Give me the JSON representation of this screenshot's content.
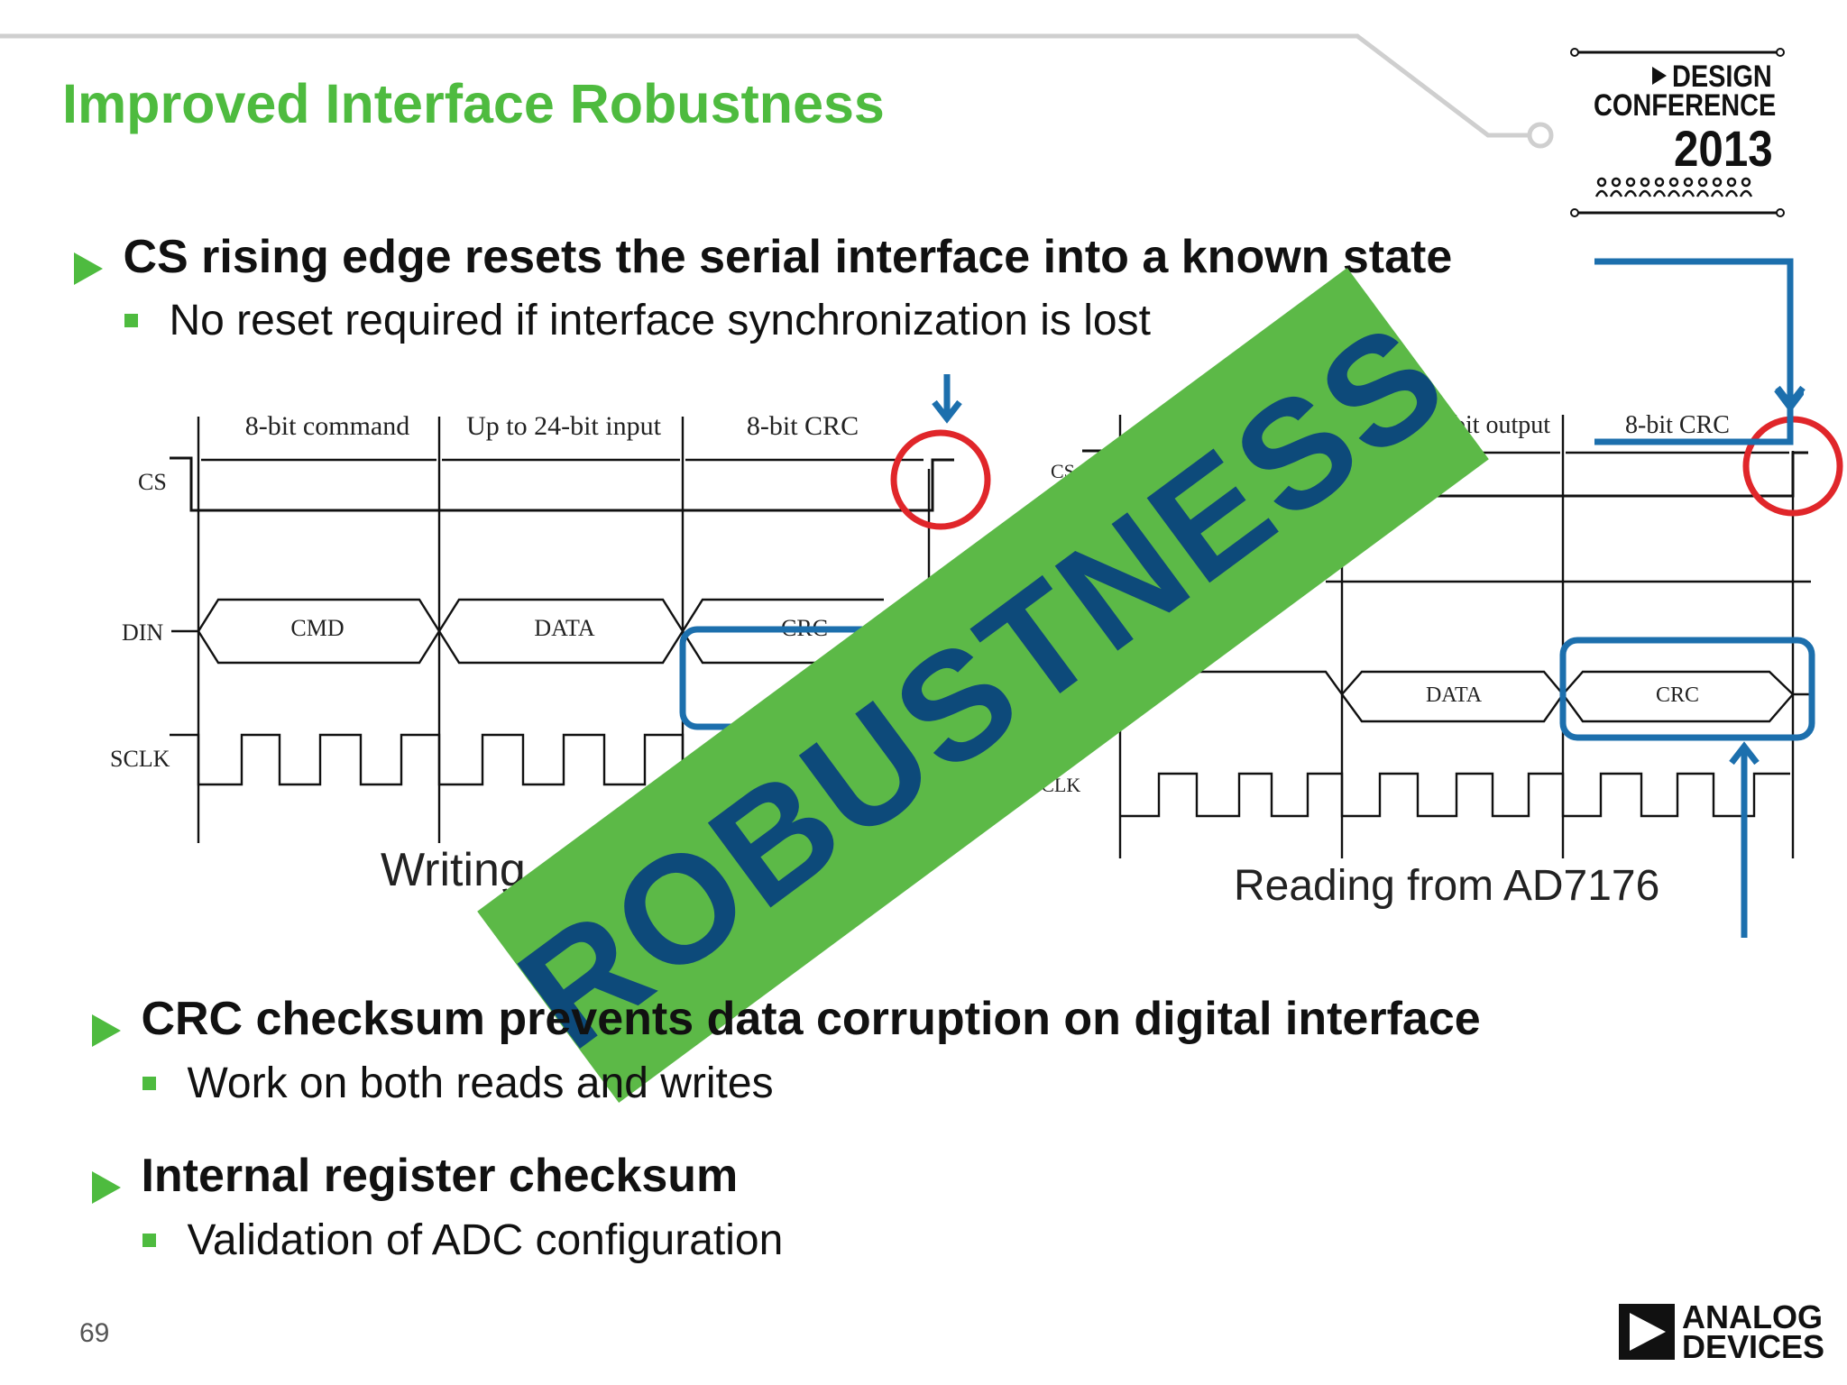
{
  "slide": {
    "title": "Improved Interface Robustness",
    "page_number": "69"
  },
  "conference_logo": {
    "line1": "DESIGN",
    "line2": "CONFERENCE",
    "year": "2013"
  },
  "company_logo": {
    "line1": "ANALOG",
    "line2": "DEVICES"
  },
  "bullets": [
    {
      "text": "CS rising edge resets the serial interface into a known state",
      "sub": "No reset required if interface synchronization is lost"
    },
    {
      "text": "CRC checksum prevents data corruption on digital interface",
      "sub": "Work on both reads and writes"
    },
    {
      "text": "Internal register checksum",
      "sub": "Validation of ADC configuration"
    }
  ],
  "write_diagram": {
    "segments": [
      "8-bit command",
      "Up to 24-bit input",
      "8-bit CRC"
    ],
    "signals": [
      "CS",
      "DIN",
      "SCLK"
    ],
    "data_fields": [
      "CMD",
      "DATA",
      "CRC"
    ],
    "caption": "Writing"
  },
  "read_diagram": {
    "segments": [
      "bit output",
      "8-bit CRC"
    ],
    "signals": [
      "CS",
      "SCLK"
    ],
    "data_fields": [
      "DATA",
      "CRC"
    ],
    "caption": "Reading from AD7176"
  },
  "stamp": {
    "text": "ROBUSTNESS",
    "background": "#5cb947",
    "text_color": "#0d4a7a"
  },
  "colors": {
    "accent_green": "#4ebb3f",
    "highlight_blue": "#1c6fad",
    "circle_red": "#e0262a"
  }
}
